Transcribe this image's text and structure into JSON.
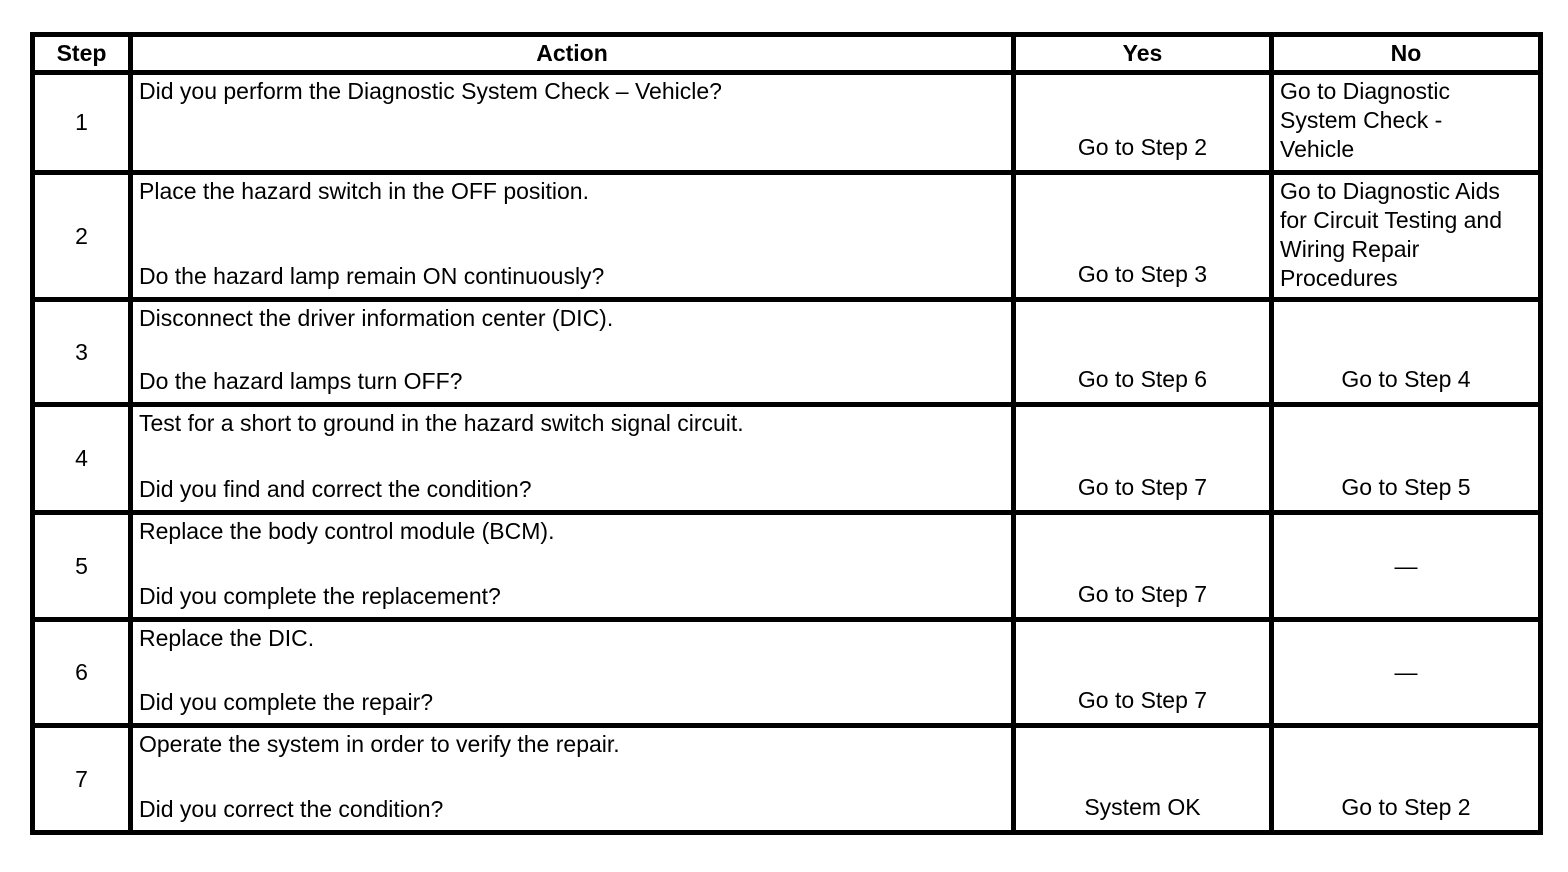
{
  "table": {
    "headers": {
      "step": "Step",
      "action": "Action",
      "yes": "Yes",
      "no": "No"
    },
    "rows": [
      {
        "step": "1",
        "action1": "Did you perform the Diagnostic System Check – Vehicle?",
        "action2": "",
        "yes": "Go to Step 2",
        "no": "Go to Diagnostic System Check - Vehicle"
      },
      {
        "step": "2",
        "action1": "Place the hazard switch in the OFF position.",
        "action2": "Do the hazard lamp remain ON continuously?",
        "yes": "Go to Step 3",
        "no": "Go to Diagnostic Aids for Circuit Testing and Wiring Repair Procedures"
      },
      {
        "step": "3",
        "action1": "Disconnect the driver information center (DIC).",
        "action2": "Do the hazard lamps turn OFF?",
        "yes": "Go to Step 6",
        "no": "Go to Step 4"
      },
      {
        "step": "4",
        "action1": "Test for a short to ground in the hazard switch signal circuit.",
        "action2": "Did you find and correct the condition?",
        "yes": "Go to Step 7",
        "no": "Go to Step 5"
      },
      {
        "step": "5",
        "action1": "Replace the body control module (BCM).",
        "action2": "Did you complete the replacement?",
        "yes": "Go to Step 7",
        "no": "—"
      },
      {
        "step": "6",
        "action1": "Replace the DIC.",
        "action2": "Did you complete the repair?",
        "yes": "Go to Step 7",
        "no": "—"
      },
      {
        "step": "7",
        "action1": "Operate the system in order to verify the repair.",
        "action2": "Did you correct the condition?",
        "yes": "System OK",
        "no": "Go to Step 2"
      }
    ]
  }
}
